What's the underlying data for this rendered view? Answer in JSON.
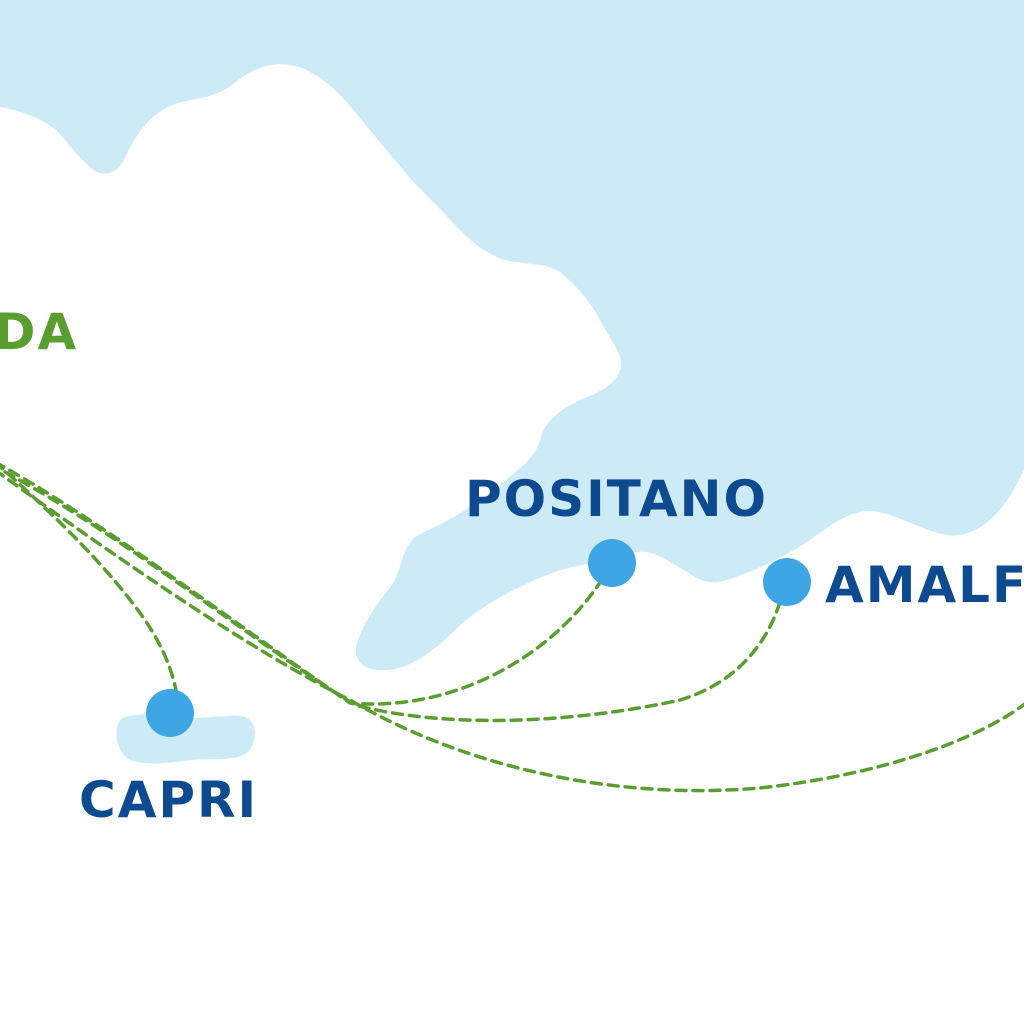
{
  "colors": {
    "sea": "#cdeaf7",
    "land": "#ffffff",
    "route": "#5a9e32",
    "marker": "#3ea6e4",
    "destination_label": "#0d4a8f",
    "origin_label": "#5a9e32"
  },
  "labels": {
    "origin": "DA",
    "positano": "POSITANO",
    "amalfi": "AMALFI",
    "capri": "CAPRI"
  },
  "icons": {
    "marker": "circle-marker"
  }
}
